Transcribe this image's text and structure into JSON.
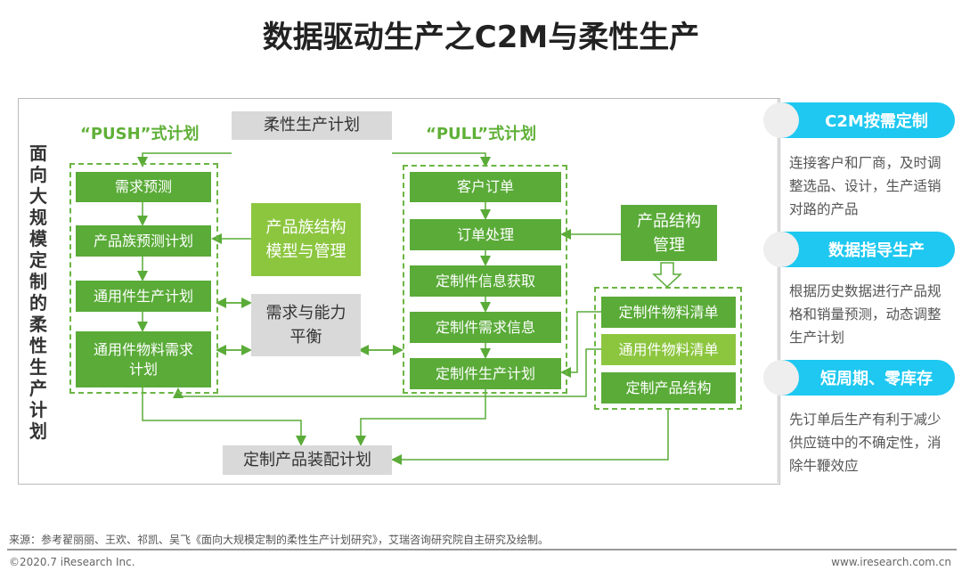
{
  "title": "数据驱动生产之C2M与柔性生产",
  "vertical_label": "面向大规模定制的柔性生产计划",
  "push_label": "“PUSH”式计划",
  "pull_label": "“PULL”式计划",
  "top_plan": "柔性生产计划",
  "push_steps": [
    "需求预测",
    "产品族预测计划",
    "通用件生产计划",
    "通用件物料需求计划"
  ],
  "family_model": "产品族结构模型与管理",
  "balance": "需求与能力平衡",
  "pull_steps": [
    "客户订单",
    "订单处理",
    "定制件信息获取",
    "定制件需求信息",
    "定制件生产计划"
  ],
  "product_structure": "产品结构管理",
  "bom_items": [
    "定制件物料清单",
    "通用件物料清单",
    "定制产品结构"
  ],
  "assembly": "定制产品装配计划",
  "side": [
    {
      "heading": "C2M按需定制",
      "text": "连接客户和厂商，及时调整选品、设计，生产适销对路的产品"
    },
    {
      "heading": "数据指导生产",
      "text": "根据历史数据进行产品规格和销量预测，动态调整生产计划"
    },
    {
      "heading": "短周期、零库存",
      "text": "先订单后生产有利于减少供应链中的不确定性，消除牛鞭效应"
    }
  ],
  "source": "来源：参考翟丽丽、王欢、祁凯、吴飞《面向大规模定制的柔性生产计划研究》，艾瑞咨询研究院自主研究及绘制。",
  "copyright": "©2020.7 iResearch Inc.",
  "website": "www.iresearch.com.cn",
  "colors": {
    "green": "#5aab38",
    "light_green": "#8cc63f",
    "cyan": "#1ec8f0",
    "gray": "#d9d9d9"
  }
}
